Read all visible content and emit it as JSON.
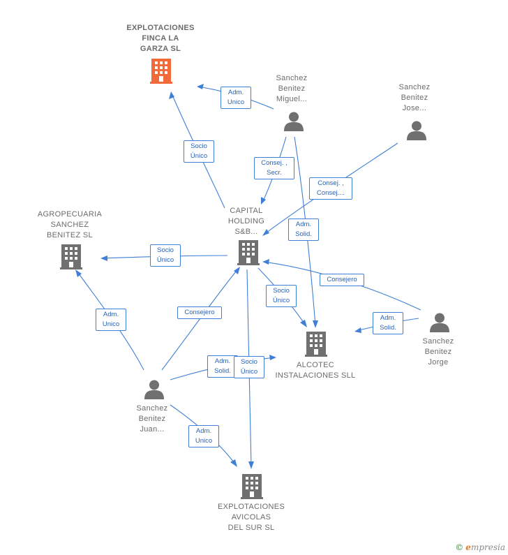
{
  "colors": {
    "edge": "#3f7fd6",
    "main_company": "#f26a3a",
    "company": "#707070",
    "person": "#707070"
  },
  "nodes": {
    "finca": {
      "lines": [
        "EXPLOTACIONES",
        "FINCA LA",
        "GARZA  SL"
      ],
      "icon": "building-icon"
    },
    "miguel": {
      "lines": [
        "Sanchez",
        "Benitez",
        "Miguel..."
      ],
      "icon": "person-icon"
    },
    "jose": {
      "lines": [
        "Sanchez",
        "Benitez",
        "Jose..."
      ],
      "icon": "person-icon"
    },
    "agro": {
      "lines": [
        "AGROPECUARIA",
        "SANCHEZ",
        "BENITEZ  SL"
      ],
      "icon": "building-icon"
    },
    "capital": {
      "lines": [
        "CAPITAL",
        "HOLDING",
        "S&B..."
      ],
      "icon": "building-icon"
    },
    "alcotec": {
      "lines": [
        "ALCOTEC",
        "INSTALACIONES SLL"
      ],
      "icon": "building-icon"
    },
    "jorge": {
      "lines": [
        "Sanchez",
        "Benitez",
        "Jorge"
      ],
      "icon": "person-icon"
    },
    "juan": {
      "lines": [
        "Sanchez",
        "Benitez",
        "Juan..."
      ],
      "icon": "person-icon"
    },
    "avicolas": {
      "lines": [
        "EXPLOTACIONES",
        "AVICOLAS",
        "DEL SUR  SL"
      ],
      "icon": "building-icon"
    }
  },
  "edges": {
    "miguel_finca": [
      "Adm.",
      "Unico"
    ],
    "capital_finca": [
      "Socio",
      "Único"
    ],
    "miguel_capital": [
      "Consej. ,",
      "Secr."
    ],
    "jose_capital": [
      "Consej. ,",
      "Consej...."
    ],
    "miguel_alcotec": [
      "Adm.",
      "Solid."
    ],
    "capital_agro": [
      "Socio",
      "Único"
    ],
    "jorge_capital": [
      "Consejero"
    ],
    "capital_alcotec": [
      "Socio",
      "Único"
    ],
    "jorge_alcotec": [
      "Adm.",
      "Solid."
    ],
    "juan_agro": [
      "Adm.",
      "Unico"
    ],
    "juan_capital": [
      "Consejero"
    ],
    "juan_alcotec": [
      "Adm.",
      "Solid."
    ],
    "capital_avicolas": [
      "Socio",
      "Único"
    ],
    "juan_avicolas": [
      "Adm.",
      "Unico"
    ]
  },
  "watermark": {
    "copyright": "©",
    "brand_initial": "e",
    "brand_rest": "mpresia"
  }
}
